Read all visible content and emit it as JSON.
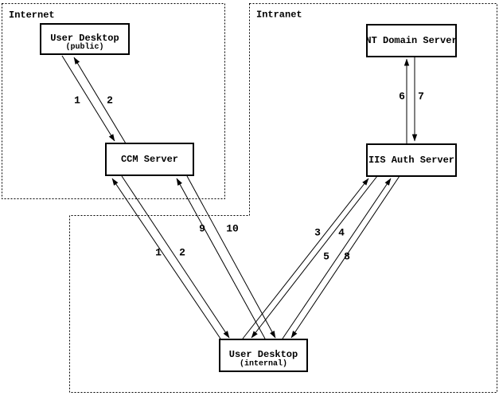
{
  "regions": {
    "internet": "Internet",
    "intranet": "Intranet"
  },
  "nodes": [
    {
      "id": "user-desktop-public",
      "title": "User Desktop",
      "subtitle": "(public)"
    },
    {
      "id": "ccm-server",
      "title": "CCM Server"
    },
    {
      "id": "nt-domain-server",
      "title": "NT Domain Server"
    },
    {
      "id": "iis-auth-server",
      "title": "IIS Auth Server"
    },
    {
      "id": "user-desktop-internal",
      "title": "User Desktop",
      "subtitle": "(internal)"
    }
  ],
  "flows": [
    {
      "label": "1",
      "from": "user-desktop-public",
      "to": "ccm-server"
    },
    {
      "label": "2",
      "from": "ccm-server",
      "to": "user-desktop-public"
    },
    {
      "label": "1",
      "from": "user-desktop-internal",
      "to": "ccm-server"
    },
    {
      "label": "2",
      "from": "ccm-server",
      "to": "user-desktop-internal"
    },
    {
      "label": "9",
      "from": "user-desktop-internal",
      "to": "ccm-server"
    },
    {
      "label": "10",
      "from": "ccm-server",
      "to": "user-desktop-internal"
    },
    {
      "label": "3",
      "from": "user-desktop-internal",
      "to": "iis-auth-server"
    },
    {
      "label": "4",
      "from": "iis-auth-server",
      "to": "user-desktop-internal"
    },
    {
      "label": "5",
      "from": "user-desktop-internal",
      "to": "iis-auth-server"
    },
    {
      "label": "8",
      "from": "iis-auth-server",
      "to": "user-desktop-internal"
    },
    {
      "label": "6",
      "from": "iis-auth-server",
      "to": "nt-domain-server"
    },
    {
      "label": "7",
      "from": "nt-domain-server",
      "to": "iis-auth-server"
    }
  ],
  "colors": {
    "line": "#000000",
    "background": "#ffffff"
  }
}
